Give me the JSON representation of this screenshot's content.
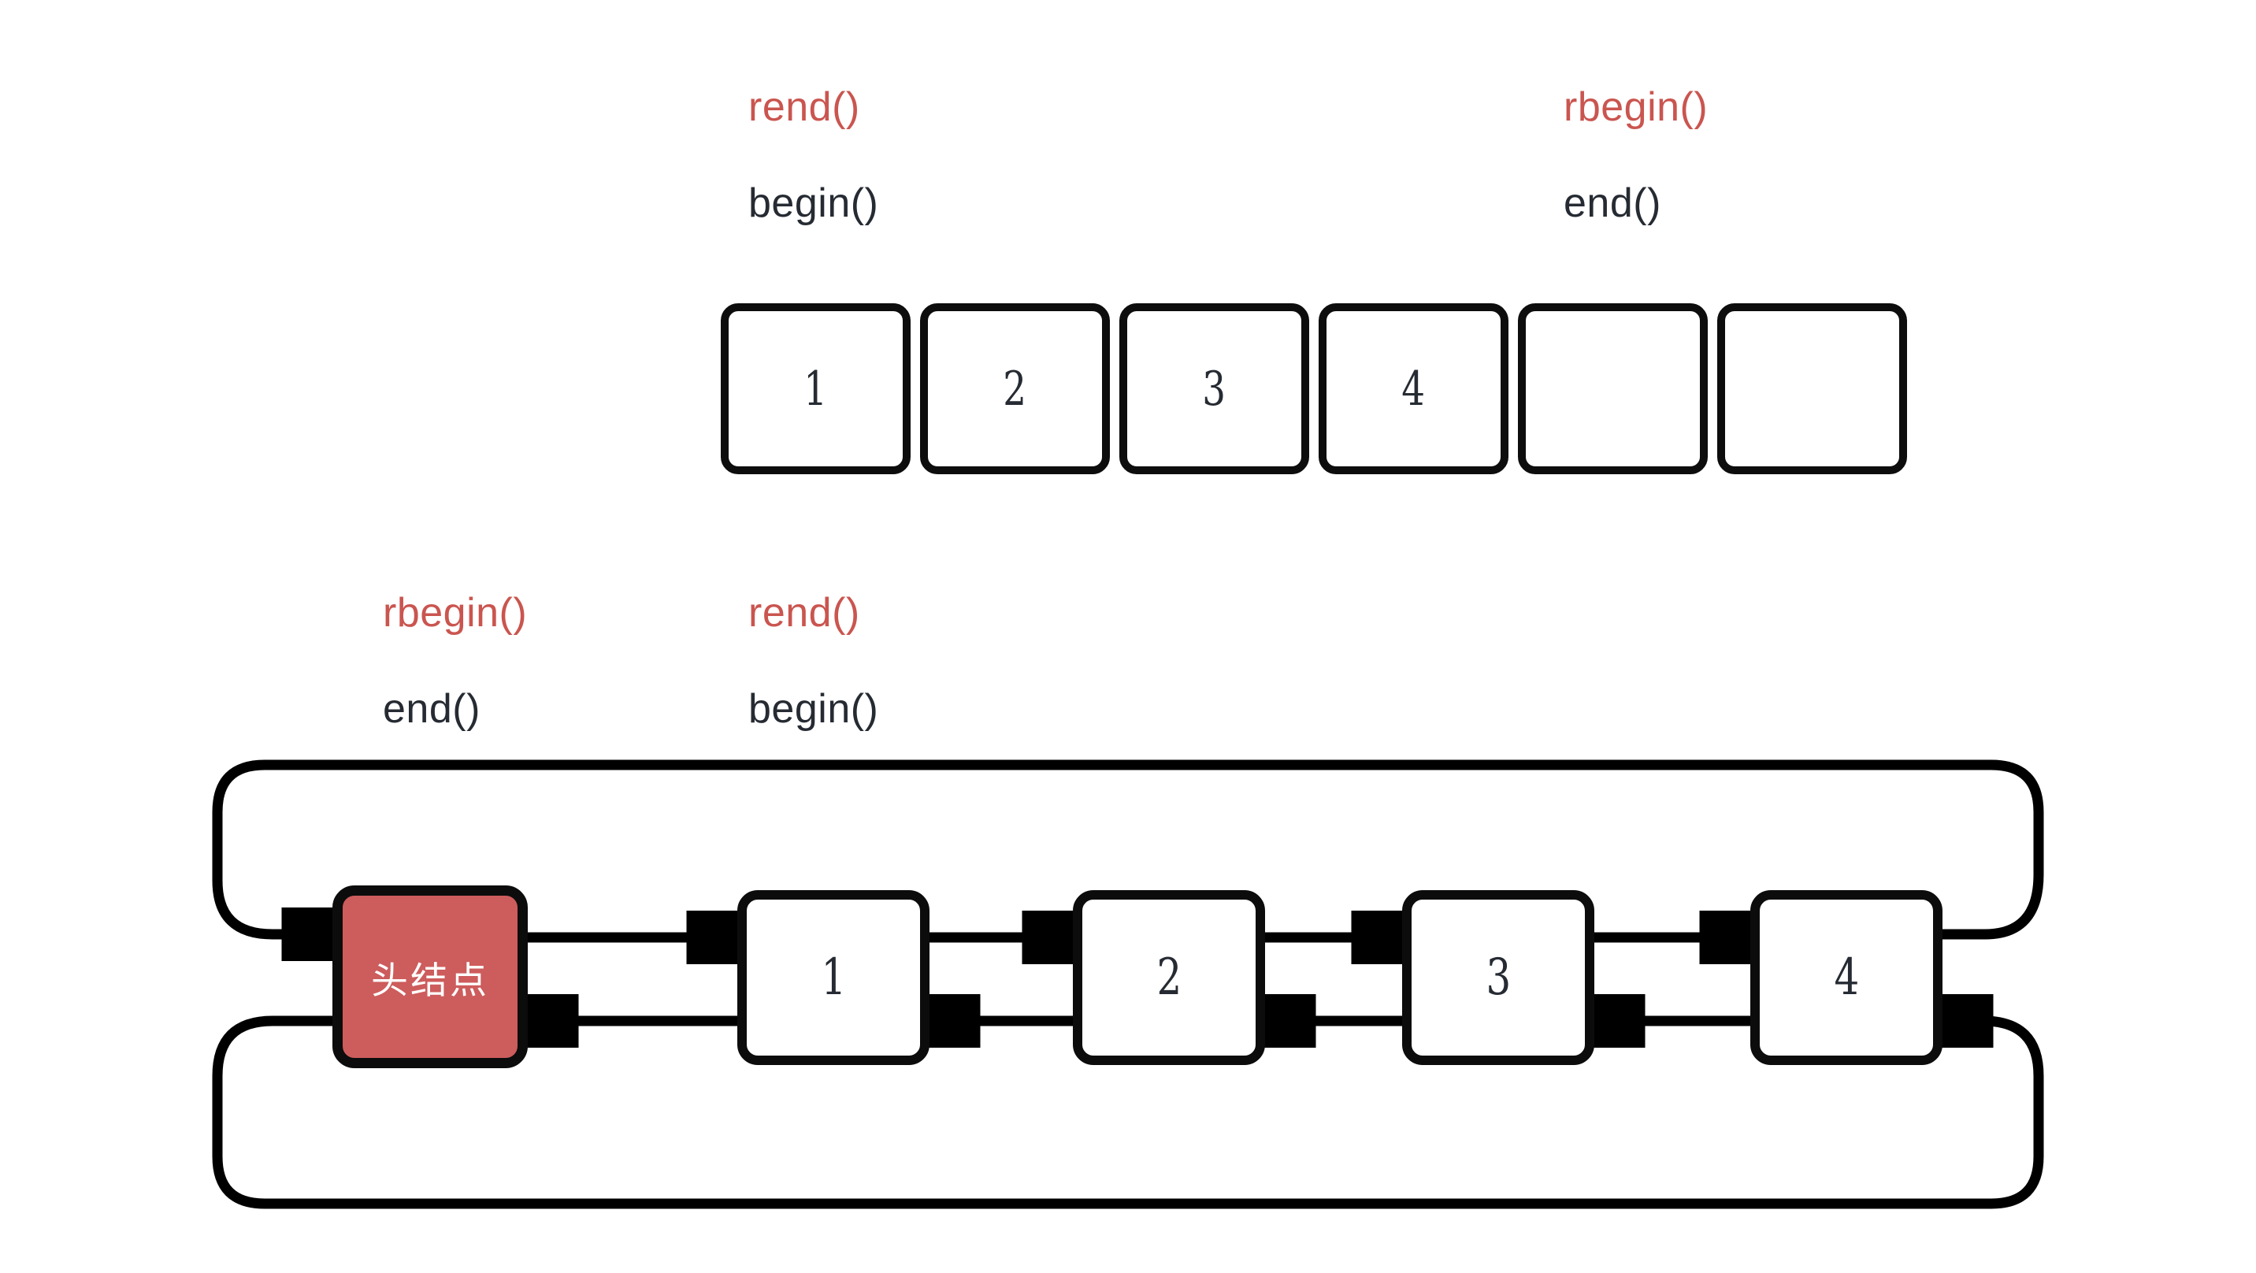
{
  "palette": {
    "accent_red": "#ca554f",
    "head_node_fill": "#cd5c5c",
    "head_node_text": "#ffffff",
    "text_dark": "#262b33",
    "line_black": "#000000",
    "background": "#ffffff"
  },
  "array_diagram": {
    "left_labels": {
      "reverse": "rend()",
      "forward": "begin()"
    },
    "right_labels": {
      "reverse": "rbegin()",
      "forward": "end()"
    },
    "cells": [
      "1",
      "2",
      "3",
      "4",
      "",
      ""
    ]
  },
  "list_diagram": {
    "left_labels": {
      "reverse": "rbegin()",
      "forward": "end()"
    },
    "right_labels": {
      "reverse": "rend()",
      "forward": "begin()"
    },
    "head_label": "头结点",
    "nodes": [
      "1",
      "2",
      "3",
      "4"
    ]
  }
}
